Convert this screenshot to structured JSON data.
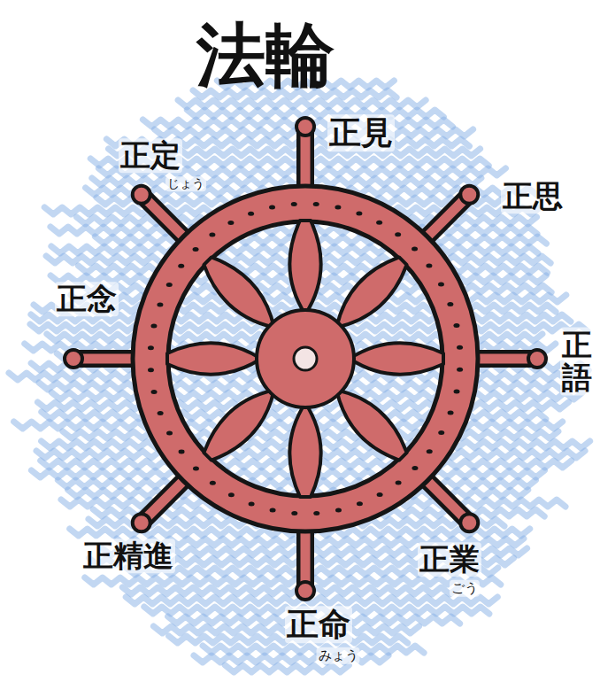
{
  "diagram": {
    "title": "法輪",
    "labels": [
      "正見",
      "正思",
      "正語",
      "正業",
      "ごう",
      "正命",
      "みょう",
      "正精進",
      "正念",
      "正定",
      "じょう"
    ]
  }
}
